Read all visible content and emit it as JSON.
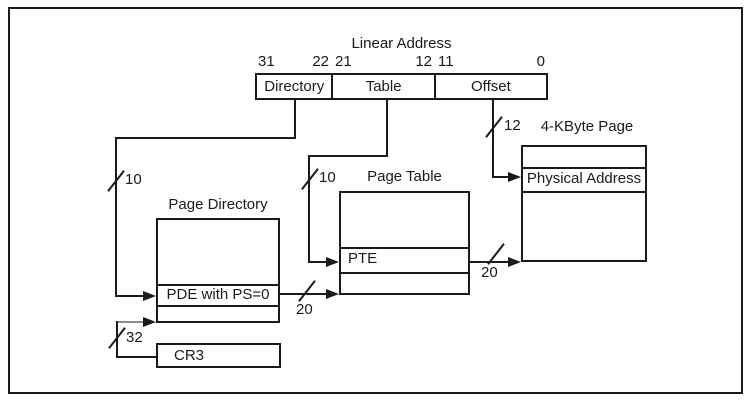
{
  "diagram": {
    "linear_address": {
      "title": "Linear Address",
      "fields": [
        {
          "name": "directory",
          "label": "Directory",
          "high_bit": "31",
          "low_bit": "22"
        },
        {
          "name": "table",
          "label": "Table",
          "high_bit": "21",
          "low_bit": "12"
        },
        {
          "name": "offset",
          "label": "Offset",
          "high_bit": "11",
          "low_bit": "0"
        }
      ]
    },
    "page_directory": {
      "title": "Page Directory",
      "entry_label": "PDE with PS=0"
    },
    "page_table": {
      "title": "Page Table",
      "entry_label": "PTE"
    },
    "page": {
      "title": "4-KByte Page",
      "entry_label": "Physical Address"
    },
    "cr3": {
      "label": "CR3"
    },
    "bus_labels": {
      "directory_bits": "10",
      "table_bits": "10",
      "offset_bits": "12",
      "pde_bits": "20",
      "pte_bits": "20",
      "cr3_bits": "32"
    },
    "colors": {
      "line": "#1a1a1a",
      "cr3_arrow_shaft_gray": "#8c8c8c",
      "background": "#ffffff"
    }
  }
}
